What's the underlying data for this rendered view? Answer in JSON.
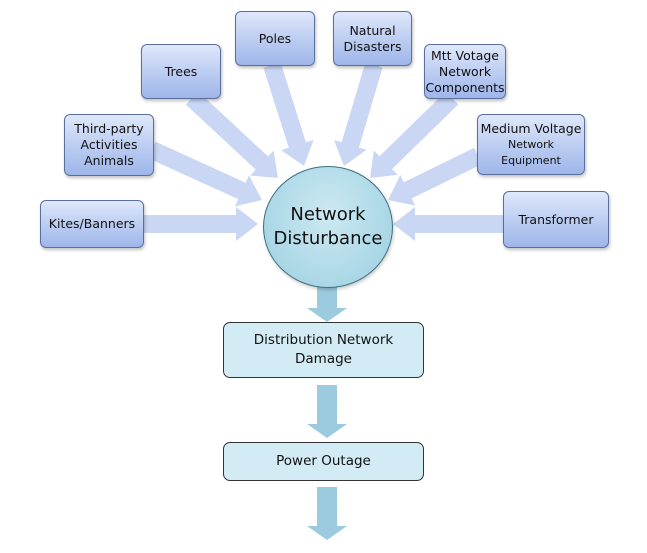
{
  "diagram": {
    "center": {
      "label": "Network\nDisturbance"
    },
    "causes": [
      {
        "id": "kites-banners",
        "label": "Kites/Banners"
      },
      {
        "id": "third-party",
        "label": "Third-party\nActivities\nAnimals"
      },
      {
        "id": "trees",
        "label": "Trees"
      },
      {
        "id": "poles",
        "label": "Poles"
      },
      {
        "id": "natural-disasters",
        "label": "Natural\nDisasters"
      },
      {
        "id": "mtt-votage",
        "label": "Mtt Votage\nNetwork\nComponents"
      },
      {
        "id": "medium-voltage",
        "label": "Medium Voltage",
        "sublabel": "Network Equipment"
      },
      {
        "id": "transformer",
        "label": "Transformer"
      }
    ],
    "steps": [
      {
        "id": "distribution-damage",
        "label": "Distribution Network\nDamage"
      },
      {
        "id": "power-outage",
        "label": "Power Outage"
      }
    ],
    "colors": {
      "cause_fill": "#b7c9f0",
      "cause_arrow": "#c9d7f5",
      "center_fill": "#aad7e6",
      "step_fill": "#d2ebf4",
      "flow_arrow": "#9ccbe0"
    }
  }
}
